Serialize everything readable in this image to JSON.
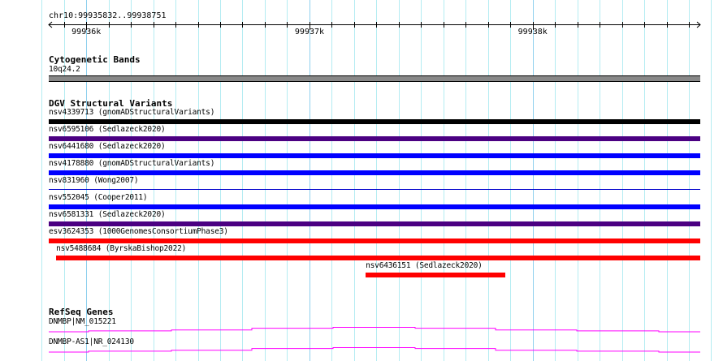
{
  "location": "chr10:99935832..99938751",
  "ruler": {
    "start": 99935832,
    "end": 99938751,
    "ticks": [
      {
        "label": "99936k",
        "pos": 99936000
      },
      {
        "label": "99937k",
        "pos": 99937000
      },
      {
        "label": "99938k",
        "pos": 99938000
      }
    ]
  },
  "tracks": {
    "cyto": {
      "title": "Cytogenetic Bands",
      "band": "10q24.2",
      "color": "#888888"
    },
    "dgv": {
      "title": "DGV Structural Variants",
      "items": [
        {
          "label": "nsv4339713 (gnomADStructuralVariants)",
          "color": "#000000",
          "start": 99935832,
          "end": 99938751
        },
        {
          "label": "nsv6595106 (Sedlazeck2020)",
          "color": "#4b0082",
          "start": 99935832,
          "end": 99938751
        },
        {
          "label": "nsv6441680 (Sedlazeck2020)",
          "color": "#0000ff",
          "start": 99935832,
          "end": 99938751
        },
        {
          "label": "nsv4178880 (gnomADStructuralVariants)",
          "color": "#0000ff",
          "start": 99935832,
          "end": 99938751
        },
        {
          "label": "nsv831960 (Wong2007)",
          "color": "#0000cc",
          "start": 99935832,
          "end": 99938751,
          "thin": true
        },
        {
          "label": "nsv552045 (Cooper2011)",
          "color": "#0000ff",
          "start": 99935832,
          "end": 99938751
        },
        {
          "label": "nsv6581331 (Sedlazeck2020)",
          "color": "#4b0082",
          "start": 99935832,
          "end": 99938751
        },
        {
          "label": "esv3624353 (1000GenomesConsortiumPhase3)",
          "color": "#ff0000",
          "start": 99935832,
          "end": 99938751
        },
        {
          "label": "nsv5488684 (ByrskaBishop2022)",
          "color": "#ff0000",
          "start": 99935865,
          "end": 99938751
        },
        {
          "label": "nsv6436151 (Sedlazeck2020)",
          "color": "#ff0000",
          "start": 99937252,
          "end": 99937876
        }
      ]
    },
    "refseq": {
      "title": "RefSeq Genes",
      "genes": [
        {
          "label": "DNMBP|NM_015221",
          "color": "#ff00ff"
        },
        {
          "label": "DNMBP-AS1|NR_024130",
          "color": "#ff00ff"
        }
      ]
    }
  }
}
